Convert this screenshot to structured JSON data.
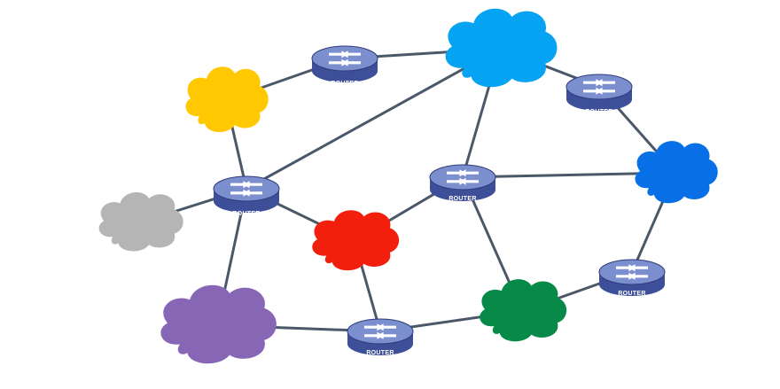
{
  "diagram": {
    "link_color": "#4b5869",
    "router_colors": {
      "top": "#7b8fcf",
      "side": "#3e4f9a",
      "rim": "#2e3b7a",
      "arrow": "#ffffff"
    },
    "routers": [
      {
        "id": "r1",
        "label": "ROUTER"
      },
      {
        "id": "r2",
        "label": "ROUTER"
      },
      {
        "id": "r3",
        "label": "ROUTER"
      },
      {
        "id": "r4",
        "label": "ROUTER"
      },
      {
        "id": "r5",
        "label": "ROUTER"
      },
      {
        "id": "r6",
        "label": "ROUTER"
      }
    ],
    "clouds": [
      {
        "id": "yellow",
        "color": "#ffc800"
      },
      {
        "id": "lightblue",
        "color": "#06a3f2"
      },
      {
        "id": "blue",
        "color": "#0870e6"
      },
      {
        "id": "gray",
        "color": "#b5b5b5"
      },
      {
        "id": "red",
        "color": "#f21f0c"
      },
      {
        "id": "purple",
        "color": "#8767b5"
      },
      {
        "id": "green",
        "color": "#078a47"
      }
    ],
    "links": [
      [
        "r1",
        "yellow"
      ],
      [
        "r1",
        "lightblue"
      ],
      [
        "yellow",
        "r3"
      ],
      [
        "r3",
        "gray"
      ],
      [
        "r3",
        "lightblue"
      ],
      [
        "r3",
        "red"
      ],
      [
        "r3",
        "purple"
      ],
      [
        "lightblue",
        "r2"
      ],
      [
        "lightblue",
        "r4"
      ],
      [
        "r2",
        "blue"
      ],
      [
        "red",
        "r4"
      ],
      [
        "red",
        "r6"
      ],
      [
        "r4",
        "blue"
      ],
      [
        "r4",
        "green"
      ],
      [
        "purple",
        "r6"
      ],
      [
        "r6",
        "green"
      ],
      [
        "green",
        "r5"
      ],
      [
        "r5",
        "blue"
      ]
    ]
  }
}
